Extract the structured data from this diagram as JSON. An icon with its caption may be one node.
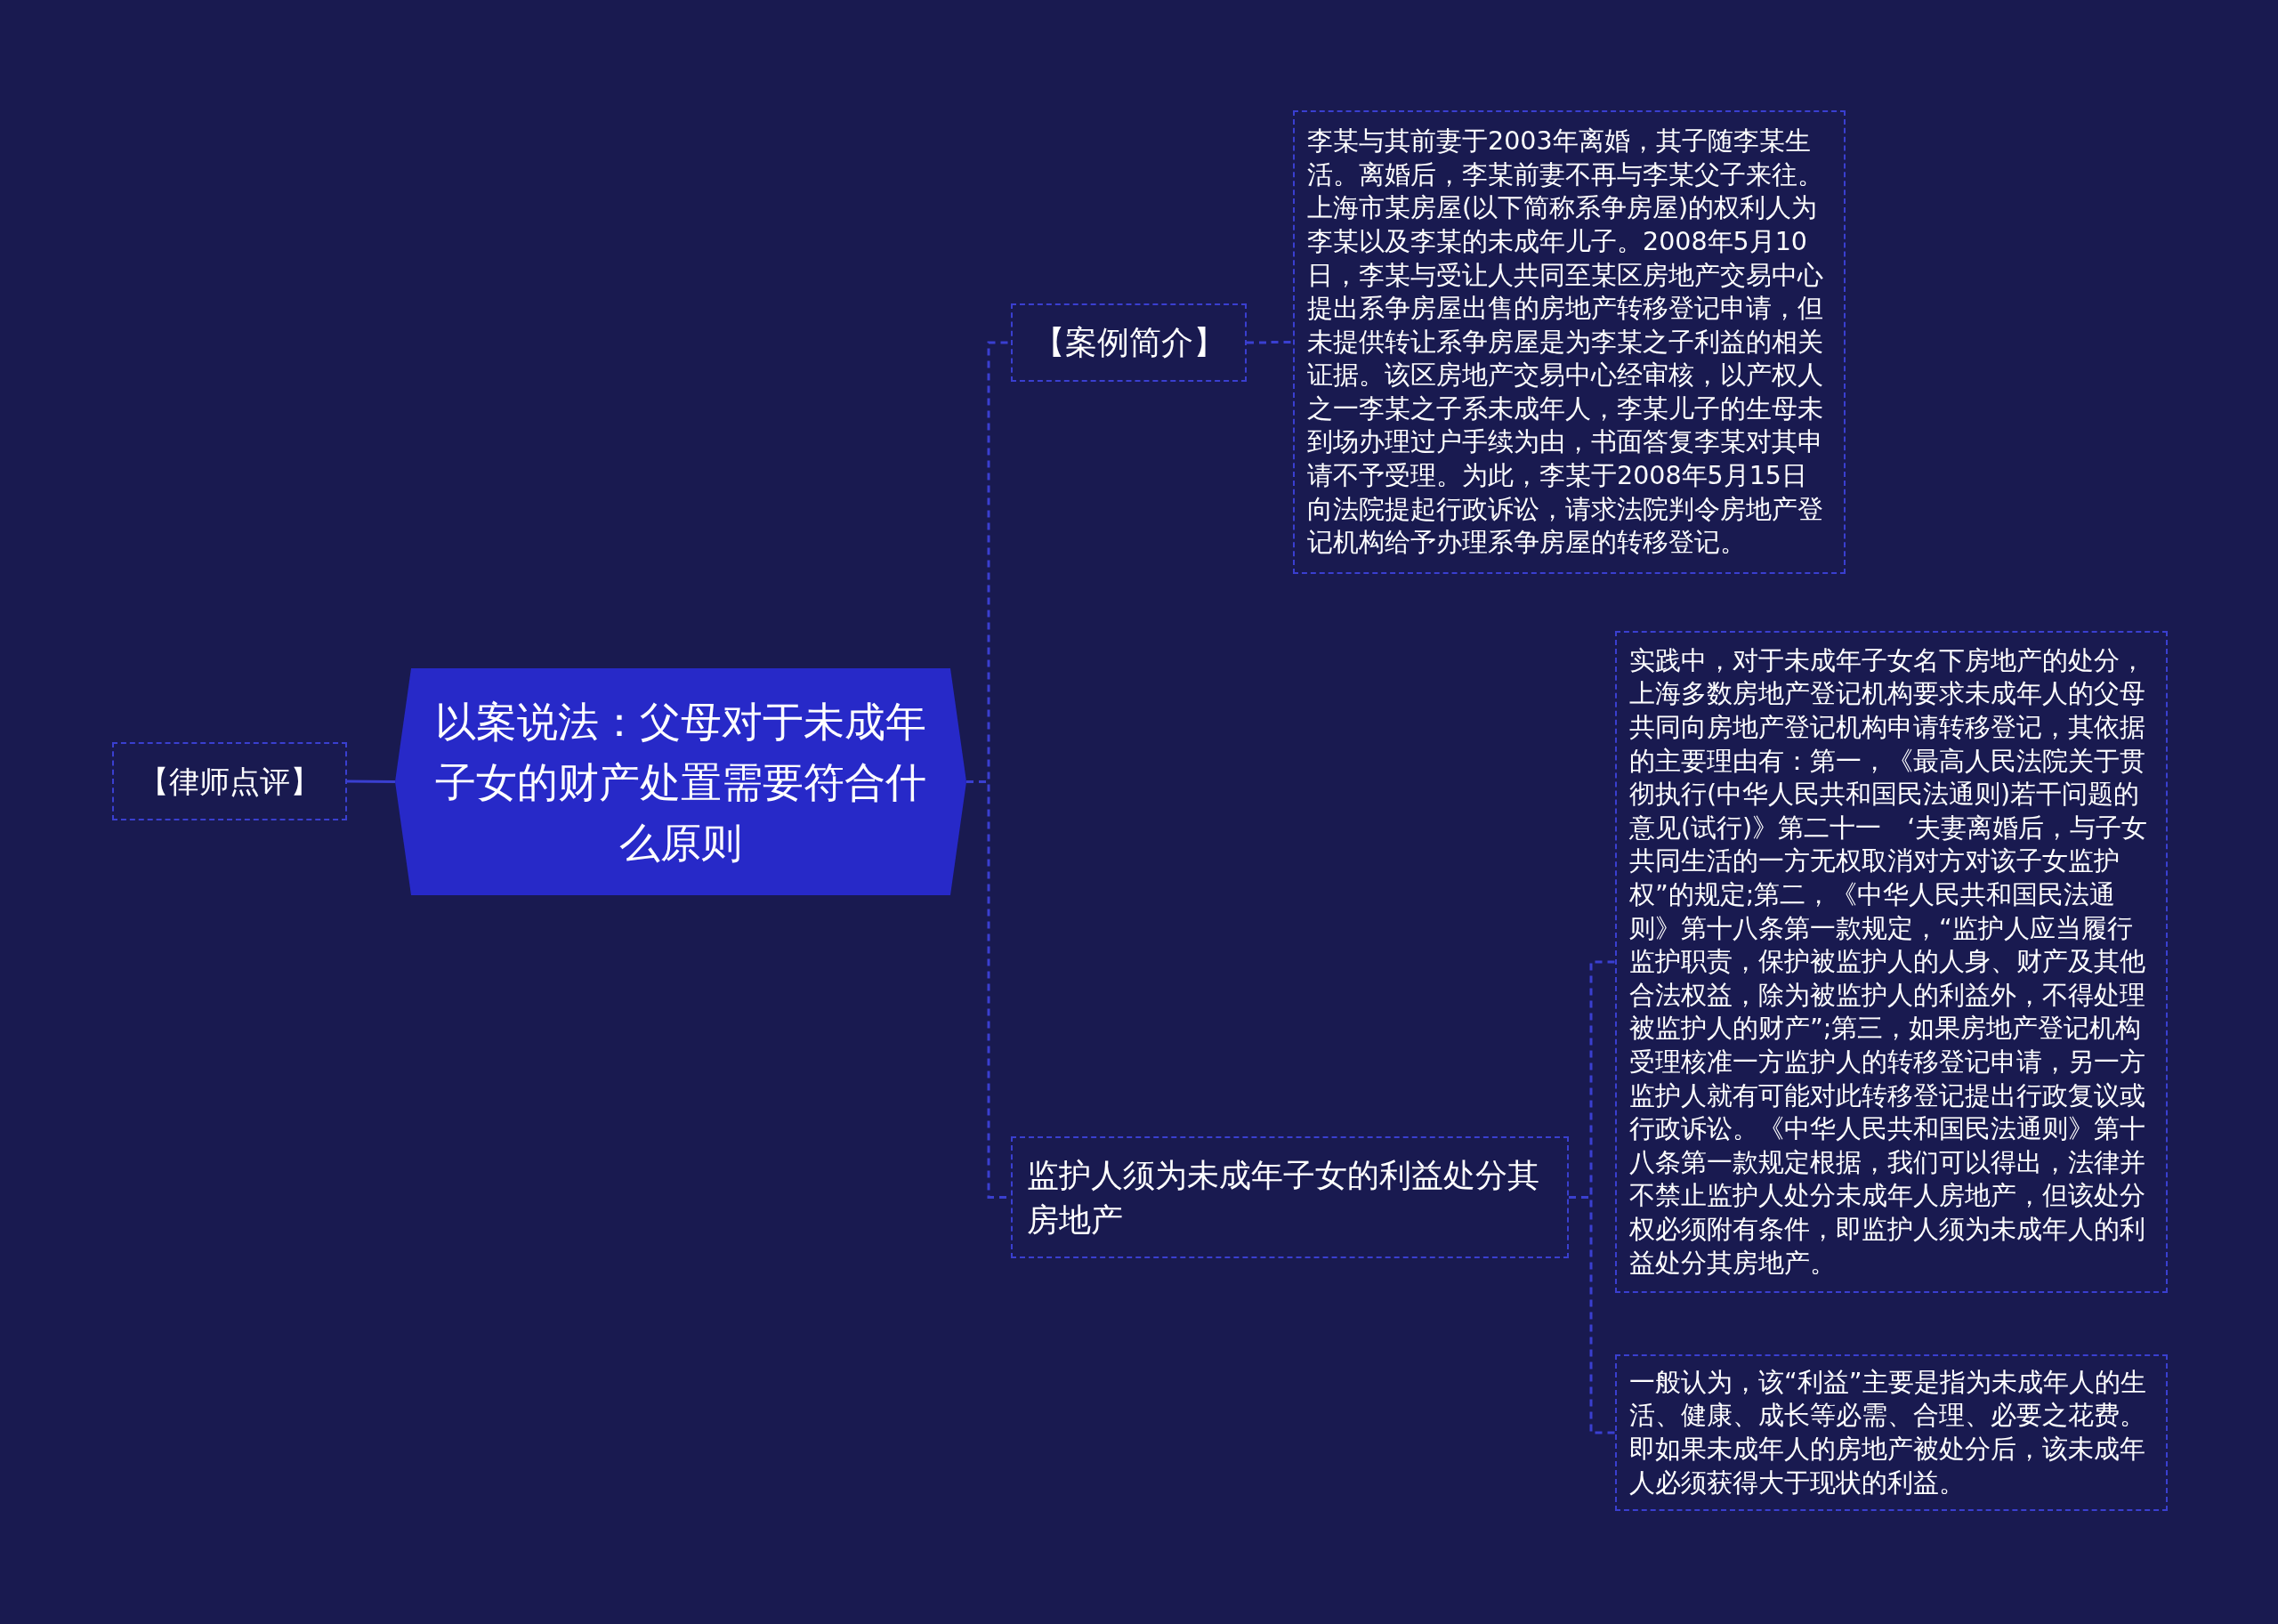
{
  "diagram": {
    "nodes": [
      {
        "text": [
          "以案说法：父母对于未成年子女的财产处置需要符合什么原则"
        ]
      },
      {
        "text": [
          "【律师点评】"
        ]
      },
      {
        "text": [
          "【案例简介】"
        ]
      },
      {
        "text": [
          "李某与其前妻于2003年离婚，其子随李某生活。离婚后，李某前妻不再与李某父子来往。上海市某房屋(以下简称系争房屋)的权利人为李某以及李某的未成年儿子。2008年5月10日，李某与受让人共同至某区房地产交易中心提出系争房屋出售的房地产转移登记申请，但未提供转让系争房屋是为李某之子利益的相关证据。该区房地产交易中心经审核，以产权人之一李某之子系未成年人，李某儿子的生母未到场办理过户手续为由，书面答复李某对其申请不予受理。为此，李某于2008年5月15日向法院提起行政诉讼，请求法院判令房地产登记机构给予办理系争房屋的转移登记。"
        ]
      },
      {
        "text": [
          "监护人须为未成年子女的利益处分其房地产"
        ]
      },
      {
        "text": [
          "实践中，对于未成年子女名下房地产的处分，上海多数房地产登记机构要求未成年人的父母共同向房地产登记机构申请转移登记，其依据的主要理由有：第一，《最高人民法院关于贯彻执行(中华人民共和国民法通则)若干问题的意见(试行)》第二十一　‘夫妻离婚后，与子女共同生活的一方无权取消对方对该子女监护权”的规定;第二，《中华人民共和国民法通则》第十八条第一款规定，“监护人应当履行监护职责，保护被监护人的人身、财产及其他合法权益，除为被监护人的利益外，不得处理被监护人的财产”;第三，如果房地产登记机构受理核准一方监护人的转移登记申请，另一方监护人就有可能对此转移登记提出行政复议或行政诉讼。《中华人民共和国民法通则》第十八条第一款规定根据，我们可以得出，法律并不禁止监护人处分未成年人房地产，但该处分权必须附有条件，即监护人须为未成年人的利益处分其房地产。"
        ]
      },
      {
        "text": [
          "一般认为，该“利益”主要是指为未成年人的生活、健康、成长等必需、合理、必要之花费。即如果未成年人的房地产被处分后，该未成年人必须获得大于现状的利益。"
        ]
      }
    ],
    "edges": [
      {
        "from": 0,
        "to": 1,
        "arrow": "none"
      },
      {
        "from": 0,
        "to": 2,
        "arrow": "none",
        "style": "dashed"
      },
      {
        "from": 0,
        "to": 4,
        "arrow": "none",
        "style": "dashed"
      },
      {
        "from": 2,
        "to": 3,
        "arrow": "none",
        "style": "dashed"
      },
      {
        "from": 4,
        "to": 5,
        "arrow": "none",
        "style": "dashed"
      },
      {
        "from": 4,
        "to": 6,
        "arrow": "none",
        "style": "dashed"
      }
    ]
  }
}
